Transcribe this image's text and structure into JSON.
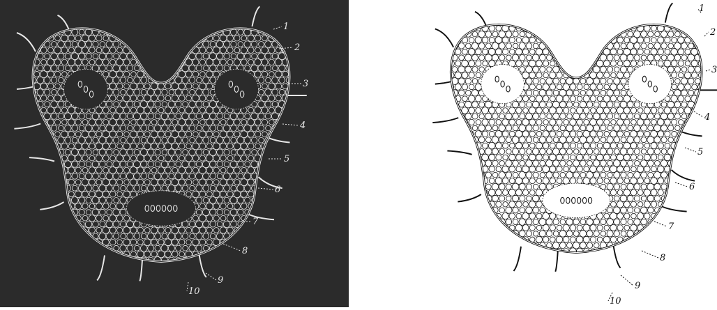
{
  "panels": [
    {
      "style": "inverted",
      "background": "#2b2b2b",
      "ink": "#e6e6e6",
      "callouts": [
        "1",
        "2",
        "3",
        "4",
        "5",
        "6",
        "7",
        "8",
        "9",
        "10"
      ]
    },
    {
      "style": "normal",
      "background": "#ffffff",
      "ink": "#111111",
      "callouts": [
        "1",
        "2",
        "3",
        "4",
        "5",
        "6",
        "7",
        "8",
        "9",
        "10"
      ]
    }
  ]
}
